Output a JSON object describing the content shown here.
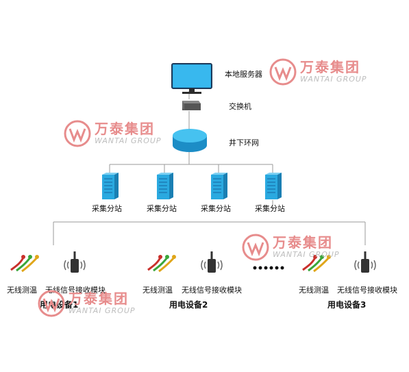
{
  "nodes": {
    "server": "本地服务器",
    "switch": "交换机",
    "ring": "井下环网",
    "substations": [
      "采集分站",
      "采集分站",
      "采集分站",
      "采集分站"
    ]
  },
  "devices": [
    {
      "sensor": "无线测温",
      "receiver": "无线信号接收模块",
      "name": "用电设备1"
    },
    {
      "sensor": "无线测温",
      "receiver": "无线信号接收模块",
      "name": "用电设备2"
    },
    {
      "sensor": "无线测温",
      "receiver": "无线信号接收模块",
      "name": "用电设备3"
    }
  ],
  "watermark": {
    "cn": "万泰集团",
    "en": "WANTAI GROUP"
  },
  "colors": {
    "line": "#8a8a8a",
    "cyan": "#2aa9e0",
    "wm_red": "#e78c8c"
  }
}
